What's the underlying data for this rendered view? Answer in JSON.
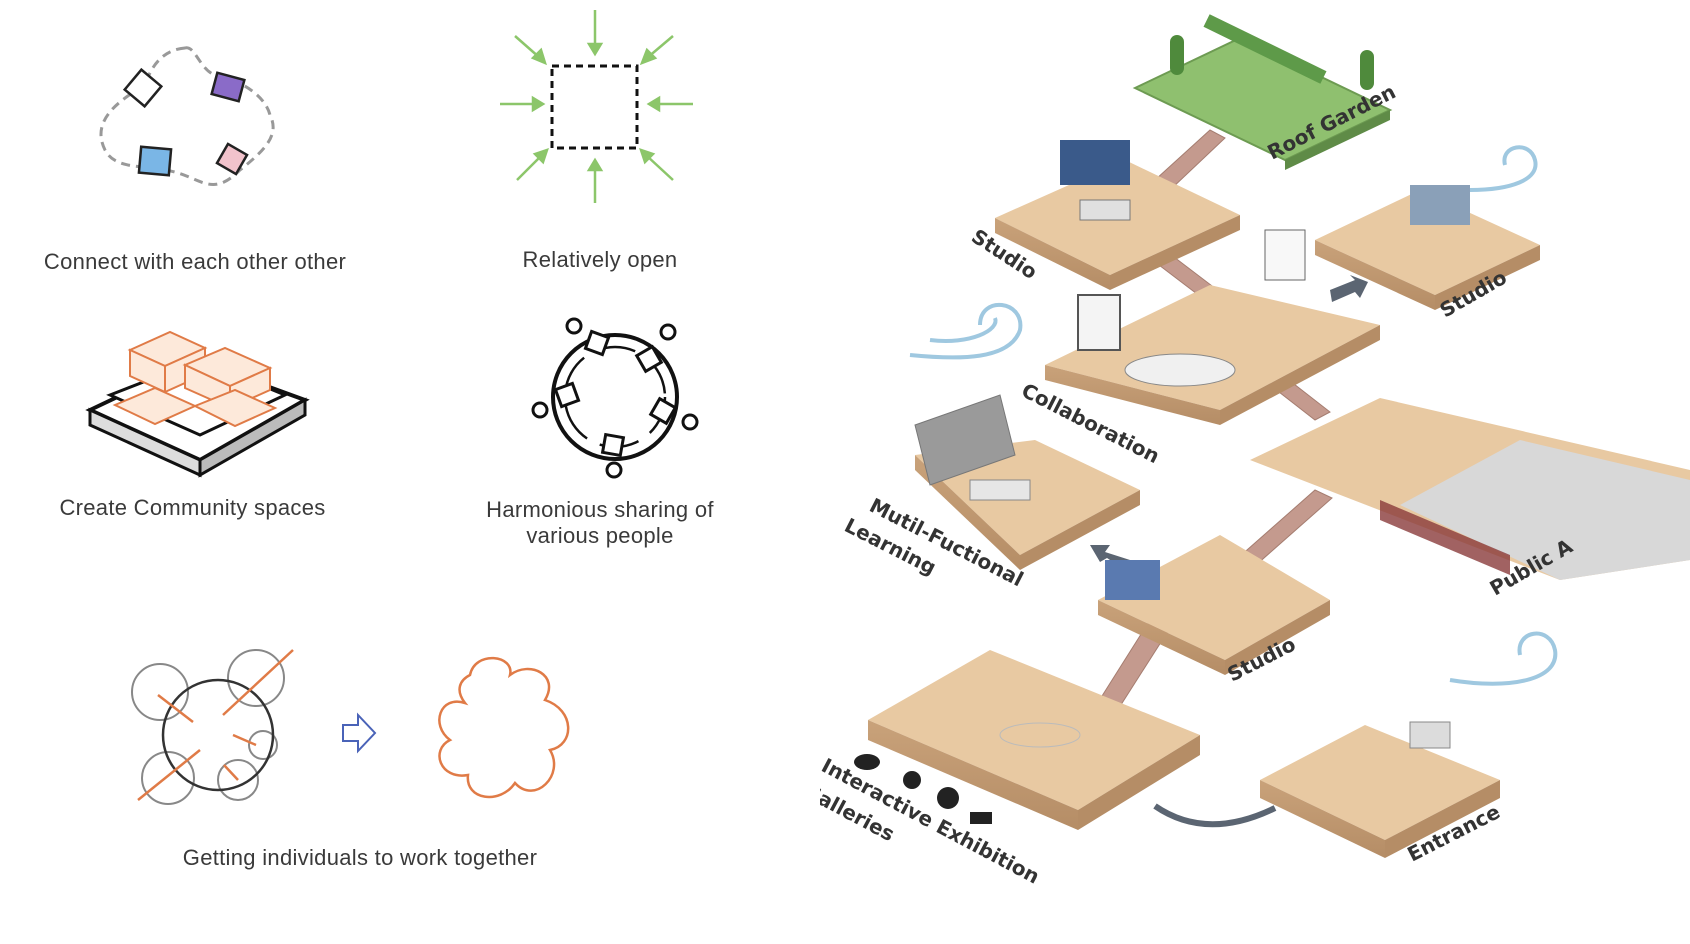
{
  "concepts": {
    "connect": "Connect with each other other",
    "open": "Relatively open",
    "community": "Create Community spaces",
    "sharing_line1": "Harmonious sharing of",
    "sharing_line2": "various people",
    "together": "Getting individuals to work together"
  },
  "spaces": {
    "roof_garden": "Roof Garden",
    "studio_top_left": "Studio",
    "studio_right": "Studio",
    "collaboration": "Collaboration",
    "learning_line1": "Mutil-Fuctional",
    "learning_line2": "Learning",
    "public": "Public A",
    "studio_mid": "Studio",
    "galleries_line1": "Interactive Exhibition",
    "galleries_line2": "Galleries",
    "entrance": "Entrance"
  },
  "colors": {
    "platform_top": "#e8c9a2",
    "platform_side": "#c9a27a",
    "stairs": "#c49a8e",
    "grass": "#8fc06f",
    "accent_orange": "#e07b47",
    "arrow_green": "#8cc66a",
    "wind_blue": "#9fc8e0"
  }
}
